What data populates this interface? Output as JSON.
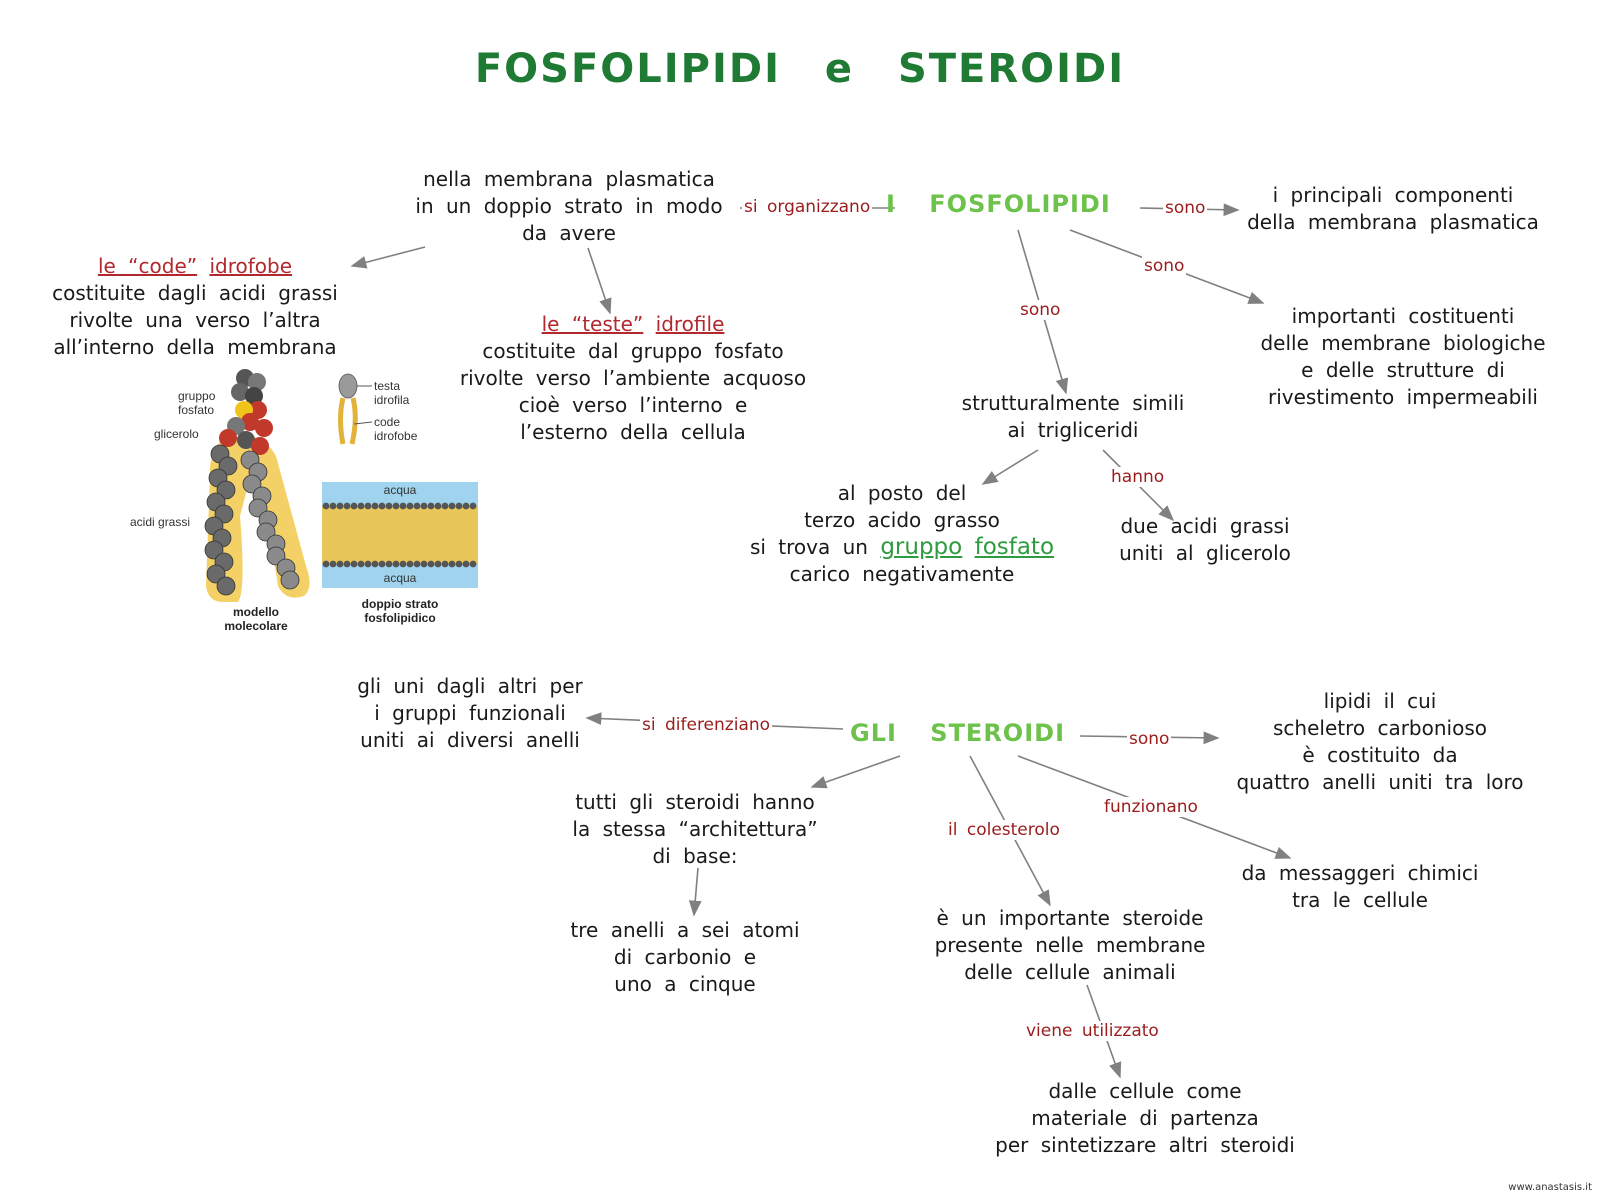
{
  "title": "FOSFOLIPIDI e STEROIDI",
  "phospho": {
    "node": "I FOSFOLIPIDI",
    "lbl_organize": "si organizzano",
    "organize_text": [
      "nella membrana plasmatica",
      "in un doppio strato in modo",
      "da avere"
    ],
    "tails_head_a": "le “code”",
    "tails_head_b": "idrofobe",
    "tails_text": [
      "costituite dagli acidi grassi",
      "rivolte una verso l’altra",
      "all’interno della membrana"
    ],
    "heads_head_a": "le “teste”",
    "heads_head_b": "idrofile",
    "heads_text": [
      "costituite dal gruppo fosfato",
      "rivolte verso l’ambiente acquoso",
      "cioè verso l’interno e",
      "l’esterno della cellula"
    ],
    "lbl_sono1": "sono",
    "principal_text": [
      "i principali componenti",
      "della membrana plasmatica"
    ],
    "lbl_sono2": "sono",
    "important_text": [
      "importanti costituenti",
      "delle membrane biologiche",
      "e delle strutture di",
      "rivestimento impermeabili"
    ],
    "lbl_sono3": "sono",
    "similar_text": [
      "strutturalmente simili",
      "ai trigliceridi"
    ],
    "lbl_hanno": "hanno",
    "fatty_text": [
      "due acidi grassi",
      "uniti al glicerolo"
    ],
    "place_text": [
      "al posto del",
      "terzo acido grasso"
    ],
    "place_line3_a": "si trova un",
    "place_line3_b": "gruppo",
    "place_line3_c": "fosfato",
    "place_line4": "carico negativamente"
  },
  "figure": {
    "gruppo_fosfato": [
      "gruppo",
      "fosfato"
    ],
    "glicerolo": "glicerolo",
    "acidi_grassi": "acidi grassi",
    "modello": [
      "modello",
      "molecolare"
    ],
    "testa": [
      "testa",
      "idrofila"
    ],
    "code": [
      "code",
      "idrofobe"
    ],
    "acqua_top": "acqua",
    "acqua_bottom": "acqua",
    "doppio": [
      "doppio strato",
      "fosfolipidico"
    ]
  },
  "steroids": {
    "node": "GLI STEROIDI",
    "lbl_diff": "si diferenziano",
    "diff_text": [
      "gli uni dagli altri per",
      "i gruppi funzionali",
      "uniti ai diversi anelli"
    ],
    "lbl_sono": "sono",
    "lipids_text": [
      "lipidi il cui",
      "scheletro carbonioso",
      "è costituito da",
      "quattro anelli uniti tra loro"
    ],
    "arch_text": [
      "tutti gli steroidi hanno",
      "la stessa “architettura”",
      "di base:"
    ],
    "rings_text": [
      "tre anelli a sei atomi",
      "di carbonio e",
      "uno a cinque"
    ],
    "lbl_colesterolo": "il colesterolo",
    "chol_text": [
      "è un importante steroide",
      "presente nelle membrane",
      "delle cellule animali"
    ],
    "lbl_funzionano": "funzionano",
    "messenger_text": [
      "da messaggeri chimici",
      "tra le cellule"
    ],
    "lbl_viene": "viene utilizzato",
    "used_text": [
      "dalle cellule come",
      "materiale di partenza",
      "per sintetizzare altri steroidi"
    ]
  },
  "footer": "www.anastasis.it",
  "colors": {
    "title": "#1f7a34",
    "node": "#6cc24a",
    "label": "#9b1c1c",
    "underline_red": "#b3282d",
    "underline_green": "#2e9b3e",
    "arrow": "#808080"
  }
}
